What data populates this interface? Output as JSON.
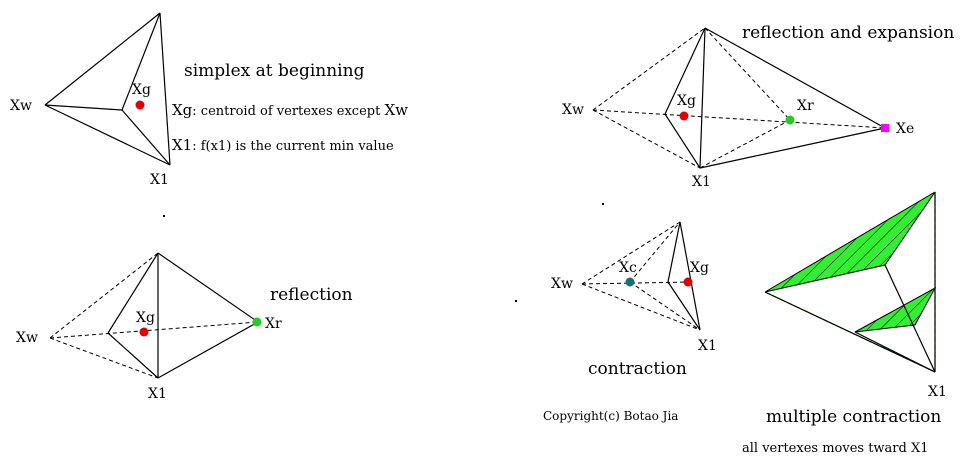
{
  "panels": {
    "beginning": {
      "title": "simplex at beginning",
      "xw": "Xw",
      "xg": "Xg",
      "x1": "X1",
      "desc_xg_bold": "Xg",
      "desc_xg_text": ": centroid of vertexes except ",
      "desc_xg_end": "Xw",
      "desc_x1_bold": "X1",
      "desc_x1_text": ": f(x1) is the current min value"
    },
    "reflection": {
      "title": "reflection",
      "xw": "Xw",
      "xg": "Xg",
      "xr": "Xr",
      "x1": "X1"
    },
    "expansion": {
      "title": "reflection and expansion",
      "xw": "Xw",
      "xg": "Xg",
      "xr": "Xr",
      "xe": "Xe",
      "x1": "X1"
    },
    "contraction": {
      "title": "contraction",
      "xw": "Xw",
      "xc": "Xc",
      "xg": "Xg",
      "x1": "X1"
    },
    "multiple": {
      "title": "multiple contraction",
      "subtitle": "all vertexes moves tward X1",
      "x1": "X1"
    }
  },
  "copyright": "Copyright(c) Botao Jia",
  "colors": {
    "xg_dot": "#e00000",
    "xr_dot": "#22cc22",
    "xe_dot": "#ff00ff",
    "xc_dot": "#1a7070",
    "shade": "#33ee33"
  }
}
